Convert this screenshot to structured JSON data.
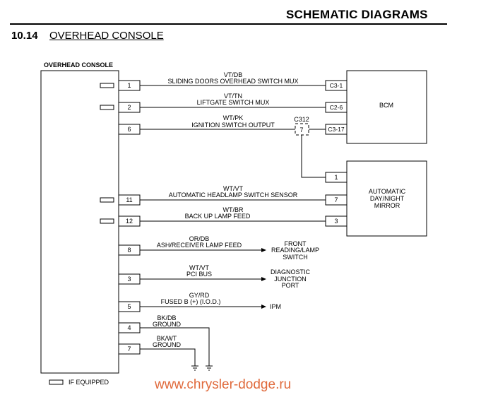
{
  "header": {
    "title": "SCHEMATIC DIAGRAMS",
    "section_number": "10.14",
    "section_title": "OVERHEAD CONSOLE"
  },
  "console": {
    "label": "OVERHEAD CONSOLE"
  },
  "modules": {
    "bcm": "BCM",
    "mirror": [
      "AUTOMATIC",
      "DAY/NIGHT",
      "MIRROR"
    ]
  },
  "connector": {
    "name": "C312",
    "pin": "7"
  },
  "circuits": [
    {
      "pin": "1",
      "color": "VT/DB",
      "desc": "SLIDING DOORS OVERHEAD SWITCH MUX",
      "dest_pin": "C3-1",
      "equipped": true
    },
    {
      "pin": "2",
      "color": "VT/TN",
      "desc": "LIFTGATE SWITCH MUX",
      "dest_pin": "C2-6",
      "equipped": true
    },
    {
      "pin": "6",
      "color": "WT/PK",
      "desc": "IGNITION SWITCH OUTPUT",
      "dest_pin": "C3-17",
      "equipped": false
    },
    {
      "pin": "11",
      "color": "WT/VT",
      "desc": "AUTOMATIC HEADLAMP SWITCH SENSOR",
      "dest_pin": "7",
      "equipped": true
    },
    {
      "pin": "12",
      "color": "WT/BR",
      "desc": "BACK UP LAMP FEED",
      "dest_pin": "3",
      "equipped": true
    },
    {
      "pin": "8",
      "color": "OR/DB",
      "desc": "ASH/RECEIVER LAMP FEED",
      "dest": [
        "FRONT",
        "READING/LAMP",
        "SWITCH"
      ],
      "equipped": false
    },
    {
      "pin": "3",
      "color": "WT/VT",
      "desc": "PCI BUS",
      "dest": [
        "DIAGNOSTIC",
        "JUNCTION",
        "PORT"
      ],
      "equipped": false
    },
    {
      "pin": "5",
      "color": "GY/RD",
      "desc": "FUSED B (+) (I.O.D.)",
      "dest": [
        "IPM"
      ],
      "equipped": false
    },
    {
      "pin": "4",
      "color": "BK/DB",
      "desc": "GROUND",
      "equipped": false
    },
    {
      "pin": "7",
      "color": "BK/WT",
      "desc": "GROUND",
      "equipped": false
    }
  ],
  "mirror_pin1": "1",
  "legend": {
    "if_equipped": "IF EQUIPPED"
  },
  "watermark": "www.chrysler-dodge.ru"
}
